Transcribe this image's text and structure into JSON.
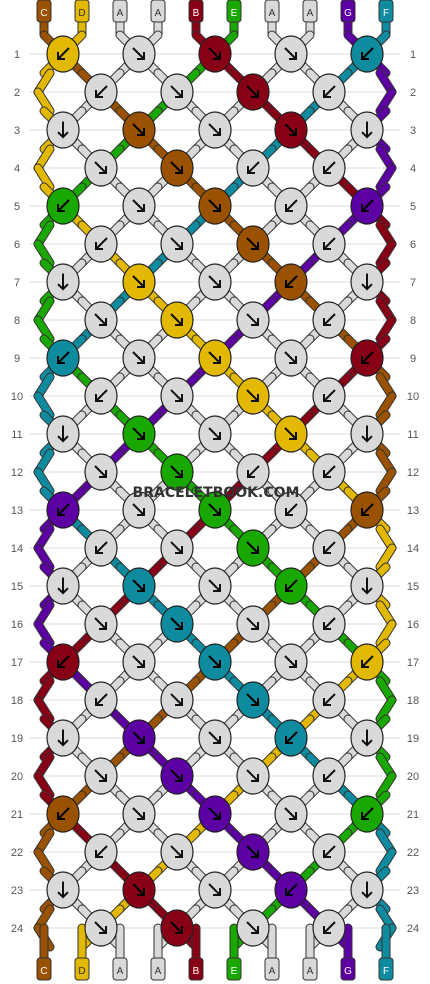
{
  "watermark": "BRACELETBOOK.COM",
  "colors": {
    "C": "#9a5200",
    "D": "#e2b800",
    "A": "#d9d9d9",
    "B": "#880016",
    "E": "#19a800",
    "G": "#5c00a3",
    "F": "#0f8ba0"
  },
  "strands_top": [
    "C",
    "D",
    "A",
    "A",
    "B",
    "E",
    "A",
    "A",
    "G",
    "F"
  ],
  "strands_bottom": [
    "C",
    "D",
    "A",
    "A",
    "B",
    "E",
    "A",
    "A",
    "G",
    "F"
  ],
  "row_numbers": [
    "1",
    "2",
    "3",
    "4",
    "5",
    "6",
    "7",
    "8",
    "9",
    "10",
    "11",
    "12",
    "13",
    "14",
    "15",
    "16",
    "17",
    "18",
    "19",
    "20",
    "21",
    "22",
    "23",
    "24"
  ],
  "knot_rows": [
    [
      {
        "c": "D",
        "d": "sw"
      },
      {
        "c": "A",
        "d": "se"
      },
      {
        "c": "B",
        "d": "se"
      },
      {
        "c": "A",
        "d": "se"
      },
      {
        "c": "F",
        "d": "sw"
      }
    ],
    [
      {
        "c": "A",
        "d": "sw"
      },
      {
        "c": "A",
        "d": "se"
      },
      {
        "c": "B",
        "d": "se"
      },
      {
        "c": "A",
        "d": "sw"
      }
    ],
    [
      {
        "c": "A",
        "d": "s"
      },
      {
        "c": "C",
        "d": "se"
      },
      {
        "c": "A",
        "d": "se"
      },
      {
        "c": "B",
        "d": "se"
      },
      {
        "c": "A",
        "d": "s"
      }
    ],
    [
      {
        "c": "A",
        "d": "se"
      },
      {
        "c": "C",
        "d": "se"
      },
      {
        "c": "A",
        "d": "sw"
      },
      {
        "c": "A",
        "d": "sw"
      }
    ],
    [
      {
        "c": "E",
        "d": "sw"
      },
      {
        "c": "A",
        "d": "se"
      },
      {
        "c": "C",
        "d": "se"
      },
      {
        "c": "A",
        "d": "sw"
      },
      {
        "c": "G",
        "d": "sw"
      }
    ],
    [
      {
        "c": "A",
        "d": "sw"
      },
      {
        "c": "A",
        "d": "se"
      },
      {
        "c": "C",
        "d": "se"
      },
      {
        "c": "A",
        "d": "sw"
      }
    ],
    [
      {
        "c": "A",
        "d": "s"
      },
      {
        "c": "D",
        "d": "se"
      },
      {
        "c": "A",
        "d": "se"
      },
      {
        "c": "C",
        "d": "sw"
      },
      {
        "c": "A",
        "d": "s"
      }
    ],
    [
      {
        "c": "A",
        "d": "se"
      },
      {
        "c": "D",
        "d": "se"
      },
      {
        "c": "A",
        "d": "se"
      },
      {
        "c": "A",
        "d": "sw"
      }
    ],
    [
      {
        "c": "F",
        "d": "sw"
      },
      {
        "c": "A",
        "d": "se"
      },
      {
        "c": "D",
        "d": "se"
      },
      {
        "c": "A",
        "d": "se"
      },
      {
        "c": "B",
        "d": "sw"
      }
    ],
    [
      {
        "c": "A",
        "d": "sw"
      },
      {
        "c": "A",
        "d": "se"
      },
      {
        "c": "D",
        "d": "se"
      },
      {
        "c": "A",
        "d": "sw"
      }
    ],
    [
      {
        "c": "A",
        "d": "s"
      },
      {
        "c": "E",
        "d": "se"
      },
      {
        "c": "A",
        "d": "se"
      },
      {
        "c": "D",
        "d": "se"
      },
      {
        "c": "A",
        "d": "s"
      }
    ],
    [
      {
        "c": "A",
        "d": "se"
      },
      {
        "c": "E",
        "d": "se"
      },
      {
        "c": "A",
        "d": "sw"
      },
      {
        "c": "A",
        "d": "sw"
      }
    ],
    [
      {
        "c": "G",
        "d": "sw"
      },
      {
        "c": "A",
        "d": "se"
      },
      {
        "c": "E",
        "d": "se"
      },
      {
        "c": "A",
        "d": "sw"
      },
      {
        "c": "C",
        "d": "sw"
      }
    ],
    [
      {
        "c": "A",
        "d": "sw"
      },
      {
        "c": "A",
        "d": "se"
      },
      {
        "c": "E",
        "d": "se"
      },
      {
        "c": "A",
        "d": "sw"
      }
    ],
    [
      {
        "c": "A",
        "d": "s"
      },
      {
        "c": "F",
        "d": "se"
      },
      {
        "c": "A",
        "d": "se"
      },
      {
        "c": "E",
        "d": "sw"
      },
      {
        "c": "A",
        "d": "s"
      }
    ],
    [
      {
        "c": "A",
        "d": "se"
      },
      {
        "c": "F",
        "d": "se"
      },
      {
        "c": "A",
        "d": "se"
      },
      {
        "c": "A",
        "d": "sw"
      }
    ],
    [
      {
        "c": "B",
        "d": "sw"
      },
      {
        "c": "A",
        "d": "se"
      },
      {
        "c": "F",
        "d": "se"
      },
      {
        "c": "A",
        "d": "se"
      },
      {
        "c": "D",
        "d": "sw"
      }
    ],
    [
      {
        "c": "A",
        "d": "sw"
      },
      {
        "c": "A",
        "d": "se"
      },
      {
        "c": "F",
        "d": "se"
      },
      {
        "c": "A",
        "d": "sw"
      }
    ],
    [
      {
        "c": "A",
        "d": "s"
      },
      {
        "c": "G",
        "d": "se"
      },
      {
        "c": "A",
        "d": "se"
      },
      {
        "c": "F",
        "d": "sw"
      },
      {
        "c": "A",
        "d": "s"
      }
    ],
    [
      {
        "c": "A",
        "d": "se"
      },
      {
        "c": "G",
        "d": "se"
      },
      {
        "c": "A",
        "d": "se"
      },
      {
        "c": "A",
        "d": "sw"
      }
    ],
    [
      {
        "c": "C",
        "d": "sw"
      },
      {
        "c": "A",
        "d": "se"
      },
      {
        "c": "G",
        "d": "se"
      },
      {
        "c": "A",
        "d": "se"
      },
      {
        "c": "E",
        "d": "sw"
      }
    ],
    [
      {
        "c": "A",
        "d": "sw"
      },
      {
        "c": "A",
        "d": "se"
      },
      {
        "c": "G",
        "d": "se"
      },
      {
        "c": "A",
        "d": "sw"
      }
    ],
    [
      {
        "c": "A",
        "d": "s"
      },
      {
        "c": "B",
        "d": "se"
      },
      {
        "c": "A",
        "d": "se"
      },
      {
        "c": "G",
        "d": "sw"
      },
      {
        "c": "A",
        "d": "s"
      }
    ],
    [
      {
        "c": "A",
        "d": "se"
      },
      {
        "c": "B",
        "d": "se"
      },
      {
        "c": "A",
        "d": "se"
      },
      {
        "c": "A",
        "d": "sw"
      }
    ]
  ]
}
